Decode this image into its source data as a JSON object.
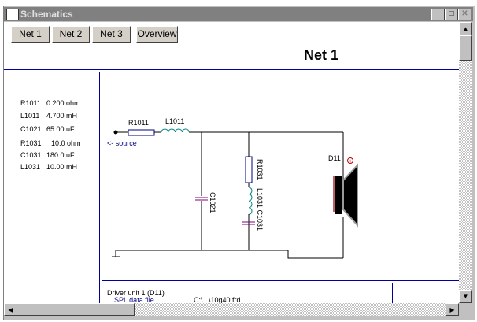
{
  "window": {
    "title": "Schematics"
  },
  "toolbar": {
    "buttons": [
      "Net 1",
      "Net 2",
      "Net 3",
      "Overview"
    ]
  },
  "net_title": "Net 1",
  "components": [
    {
      "name": "R1011",
      "value": "0.200 ohm"
    },
    {
      "name": "L1011",
      "value": "4.700 mH"
    },
    {
      "name": "C1021",
      "value": "65.00 uF"
    },
    {
      "name": "R1031",
      "value": "10.0 ohm"
    },
    {
      "name": "C1031",
      "value": "180.0 uF"
    },
    {
      "name": "L1031",
      "value": "10.00 mH"
    }
  ],
  "schematic": {
    "source_label": "<- source",
    "r1011": "R1011",
    "l1011": "L1011",
    "c1021": "C1021",
    "r1031": "R1031",
    "l1031_c1031": "L1031 C1031",
    "driver": "D11"
  },
  "driver_info": {
    "heading": "Driver unit 1 (D11)",
    "spl_label": "SPL data file :",
    "spl_value": "C:\\...\\10g40.frd"
  },
  "colors": {
    "wire": "#000000",
    "resistor": "#000080",
    "inductor": "#008080",
    "capacitor": "#800080",
    "frame": "#0000a0"
  }
}
